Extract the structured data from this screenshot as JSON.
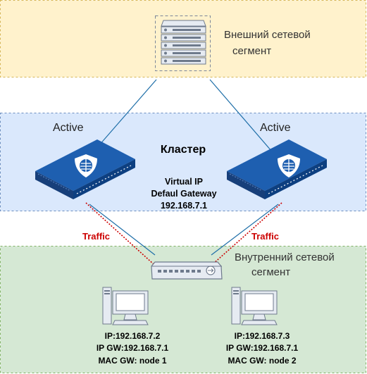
{
  "external_segment": {
    "label_line1": "Внешний сетевой",
    "label_line2": "сегмент"
  },
  "cluster": {
    "title": "Кластер",
    "left_status": "Active",
    "right_status": "Active",
    "vip_line1": "Virtual IP",
    "vip_line2": "Defaul Gateway",
    "vip_line3": "192.168.7.1"
  },
  "internal_segment": {
    "label_line1": "Внутренний сетевой",
    "label_line2": "сегмент"
  },
  "traffic": {
    "left_label": "Traffic",
    "right_label": "Traffic"
  },
  "nodes": [
    {
      "ip": "IP:192.168.7.2",
      "gw": "IP GW:192.168.7.1",
      "mac": "MAC GW: node 1"
    },
    {
      "ip": "IP:192.168.7.3",
      "gw": "IP GW:192.168.7.1",
      "mac": "MAC GW: node 2"
    }
  ],
  "colors": {
    "external_fill": "#fff2cc",
    "external_stroke": "#d6b656",
    "cluster_fill": "#dae8fc",
    "cluster_stroke": "#6c8ebf",
    "internal_fill": "#d5e8d4",
    "internal_stroke": "#82b366",
    "link": "#1f6fa8",
    "traffic": "#cc0000",
    "appliance_top": "#1e5fb0",
    "appliance_side": "#0d3f80"
  },
  "icons": [
    "server-rack-icon",
    "firewall-appliance-icon",
    "network-switch-icon",
    "desktop-computer-icon"
  ]
}
